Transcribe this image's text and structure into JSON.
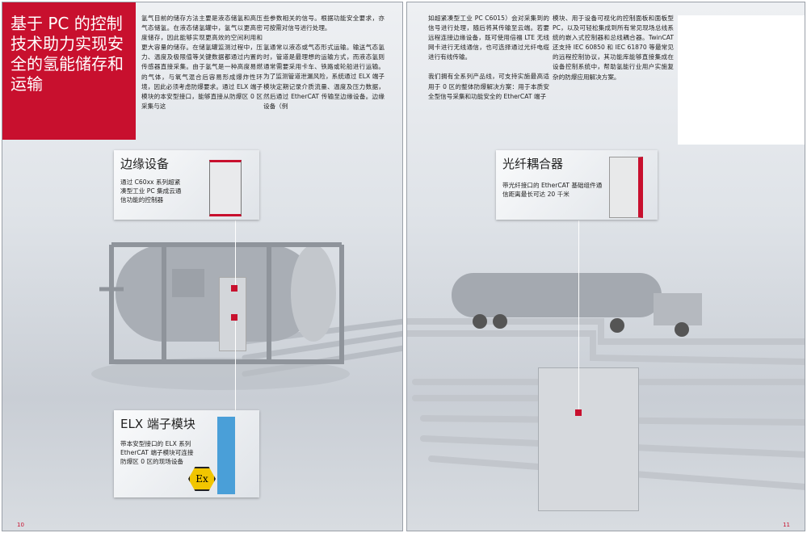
{
  "left_page": {
    "title": "基于 PC 的控制技术助力实现安全的氢能储存和运输",
    "column1": "氢气目前的储存方法主要是液态储氢和高压气态储氢。在液态储氢罐中，氢气以更高密度储存，因此能够实现更高效的空间利用和更大容量的储存。在储氢罐监测过程中，压力、温度及极限值等关键数据都通过内置的传感器直接采集。由于氢气是一种高度易燃的气体，与氧气混合后容易形成爆炸性环境，因此必须考虑防爆要求。通过 ELX 端子模块的本安型接口，能够直接从防爆区 0 区采集与这",
    "column2_p1": "些参数相关的信号。根据功能安全要求，亦可按需对信号进行处理。",
    "column2_p2": "氢通常以液态或气态形式运输。输送气态氢时，管道是最理想的运输方式，而液态氢则通常需要采用卡车、铁路或轮船进行运输。为了监测管道泄漏风险，系统通过 ELX 端子模块定期记录介质流量、温度及压力数据，然后通过 EtherCAT 传输至边缘设备。边缘设备（例",
    "callout_edge": {
      "title": "边缘设备",
      "desc": "通过 C60xx 系列超紧凑型工业 PC 集成云通信功能的控制器"
    },
    "callout_elx": {
      "title": "ELX 端子模块",
      "desc": "带本安型接口的 ELX 系列 EtherCAT 端子模块可连接防爆区 0 区的现场设备",
      "badge": "Ex"
    },
    "page_number": "10"
  },
  "right_page": {
    "column1_p1": "如超紧凑型工业 PC C6015）会对采集到的信号进行处理，随后将其传输至云端。若要远程连接边缘设备，既可使用倍福 LTE 无线网卡进行无线通信，也可选择通过光纤电缆进行有线传输。",
    "column1_p2": "我们拥有全系列产品线，可支持实施最高适用于 0 区的整体防爆解决方案：用于本质安全型信号采集和功能安全的 EtherCAT 端子",
    "column2": "模块、用于设备可视化的控制面板和面板型 PC，以及可轻松集成到所有常见现场总线系统的嵌入式控制器和总线耦合器。TwinCAT 还支持 IEC 60850 和 IEC 61870 等最常见的远程控制协议，其功能库能够直接集成在设备控制系统中，帮助氢能行业用户实施复杂的防爆应用解决方案。",
    "callout_fiber": {
      "title": "光纤耦合器",
      "desc": "带光纤接口的 EtherCAT 基础组件通信距离最长可达 20 千米"
    },
    "page_number": "11"
  },
  "colors": {
    "accent": "#c8102e"
  }
}
